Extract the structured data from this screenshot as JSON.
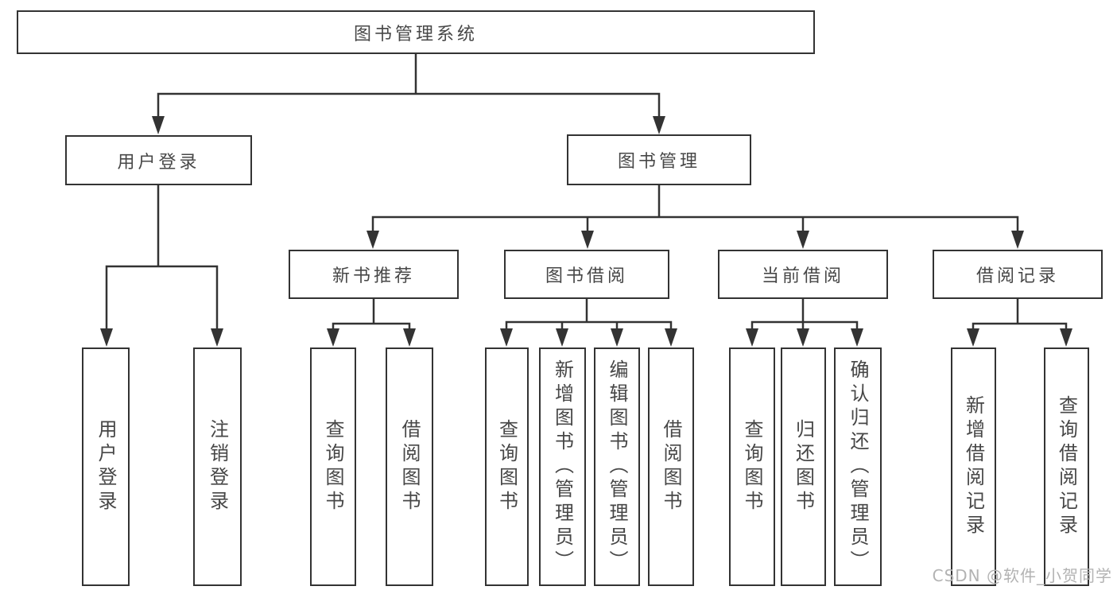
{
  "diagram": {
    "title": "图书管理系统",
    "nodes": {
      "root": "图书管理系统",
      "user_login": "用户登录",
      "book_mgmt": "图书管理",
      "leaf_user_login": "用户登录",
      "leaf_logout": "注销登录",
      "new_book_rec": "新书推荐",
      "book_borrow": "图书借阅",
      "current_borrow": "当前借阅",
      "borrow_records": "借阅记录",
      "nbr_query_book": "查询图书",
      "nbr_borrow_book": "借阅图书",
      "bb_query_book": "查询图书",
      "bb_add_book": "新增图书（管理员）",
      "bb_edit_book": "编辑图书（管理员）",
      "bb_borrow_book": "借阅图书",
      "cb_query_book": "查询图书",
      "cb_return_book": "归还图书",
      "cb_confirm_return": "确认归还（管理员）",
      "br_add_record": "新增借阅记录",
      "br_query_record": "查询借阅记录"
    }
  },
  "watermark": {
    "text": "CSDN @软件_小贺同学"
  },
  "colors": {
    "line": "#333333",
    "box_border": "#333333",
    "text": "#474747",
    "watermark": "#b3b3b3",
    "background": "#ffffff"
  }
}
